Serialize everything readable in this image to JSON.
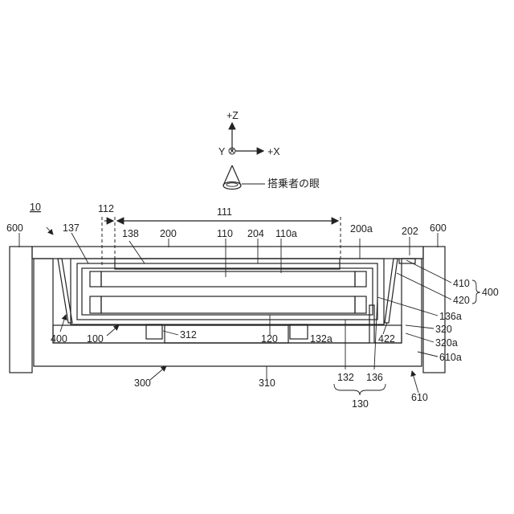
{
  "axes": {
    "z_label": "+Z",
    "y_label": "Y",
    "x_label": "+X",
    "eye_label": "搭乗者の眼"
  },
  "labels": {
    "ref_10": "10",
    "ref_600_left": "600",
    "ref_600_right": "600",
    "ref_137": "137",
    "ref_112": "112",
    "ref_111": "111",
    "ref_138": "138",
    "ref_200": "200",
    "ref_110": "110",
    "ref_204": "204",
    "ref_110a": "110a",
    "ref_200a": "200a",
    "ref_202": "202",
    "ref_410": "410",
    "ref_420": "420",
    "ref_400_brace": "400",
    "ref_136a": "136a",
    "ref_320": "320",
    "ref_320a": "320a",
    "ref_610a": "610a",
    "ref_400_left": "400",
    "ref_100": "100",
    "ref_312": "312",
    "ref_120": "120",
    "ref_132a": "132a",
    "ref_422": "422",
    "ref_300": "300",
    "ref_310": "310",
    "ref_132": "132",
    "ref_136": "136",
    "ref_130": "130",
    "ref_610": "610"
  }
}
